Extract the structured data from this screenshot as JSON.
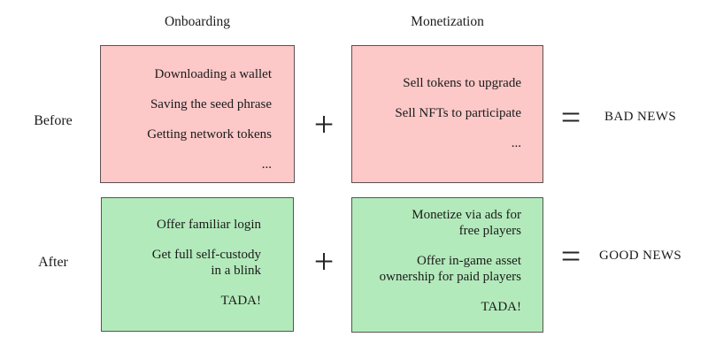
{
  "headers": {
    "onboarding": "Onboarding",
    "monetization": "Monetization"
  },
  "row_labels": {
    "before": "Before",
    "after": "After"
  },
  "operators": {
    "plus": "+",
    "equals": "="
  },
  "colors": {
    "bad_fill": "#fcc8c8",
    "good_fill": "#b3eabb",
    "box_border": "#5a5252",
    "text": "#1b1b1b"
  },
  "boxes": {
    "before_onboarding": {
      "lines": [
        "Downloading a wallet",
        "Saving the seed phrase",
        "Getting network tokens",
        "..."
      ]
    },
    "before_monetization": {
      "lines": [
        "Sell tokens to upgrade",
        "Sell NFTs to participate",
        "..."
      ]
    },
    "after_onboarding": {
      "lines": [
        "Offer familiar login",
        "Get full self-custody",
        "in a blink",
        "TADA!"
      ]
    },
    "after_monetization": {
      "lines": [
        "Monetize via ads for",
        "free players",
        "Offer in-game asset",
        "ownership for paid players",
        "TADA!"
      ]
    }
  },
  "results": {
    "before": "BAD NEWS",
    "after": "GOOD NEWS"
  }
}
